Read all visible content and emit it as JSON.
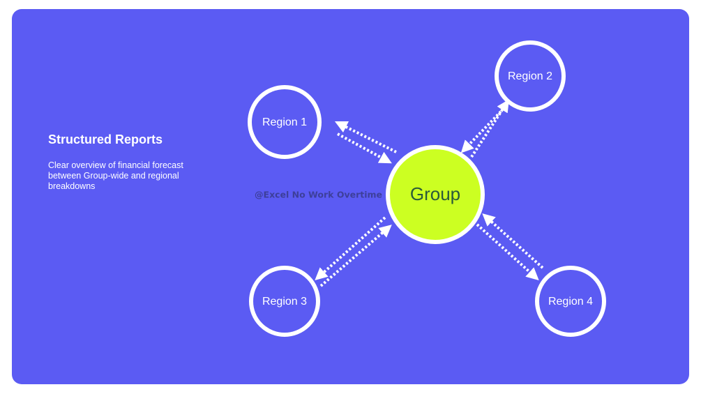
{
  "info": {
    "title": "Structured Reports",
    "description": "Clear overview of financial forecast between Group-wide and regional breakdowns"
  },
  "diagram": {
    "center": "Group",
    "regions": [
      "Region 1",
      "Region 2",
      "Region 3",
      "Region 4"
    ],
    "watermark": "@Excel No Work Overtime"
  },
  "colors": {
    "background": "#5b5bf3",
    "center_fill": "#ccff22",
    "center_text": "#2a5a3a",
    "stroke": "#ffffff"
  }
}
